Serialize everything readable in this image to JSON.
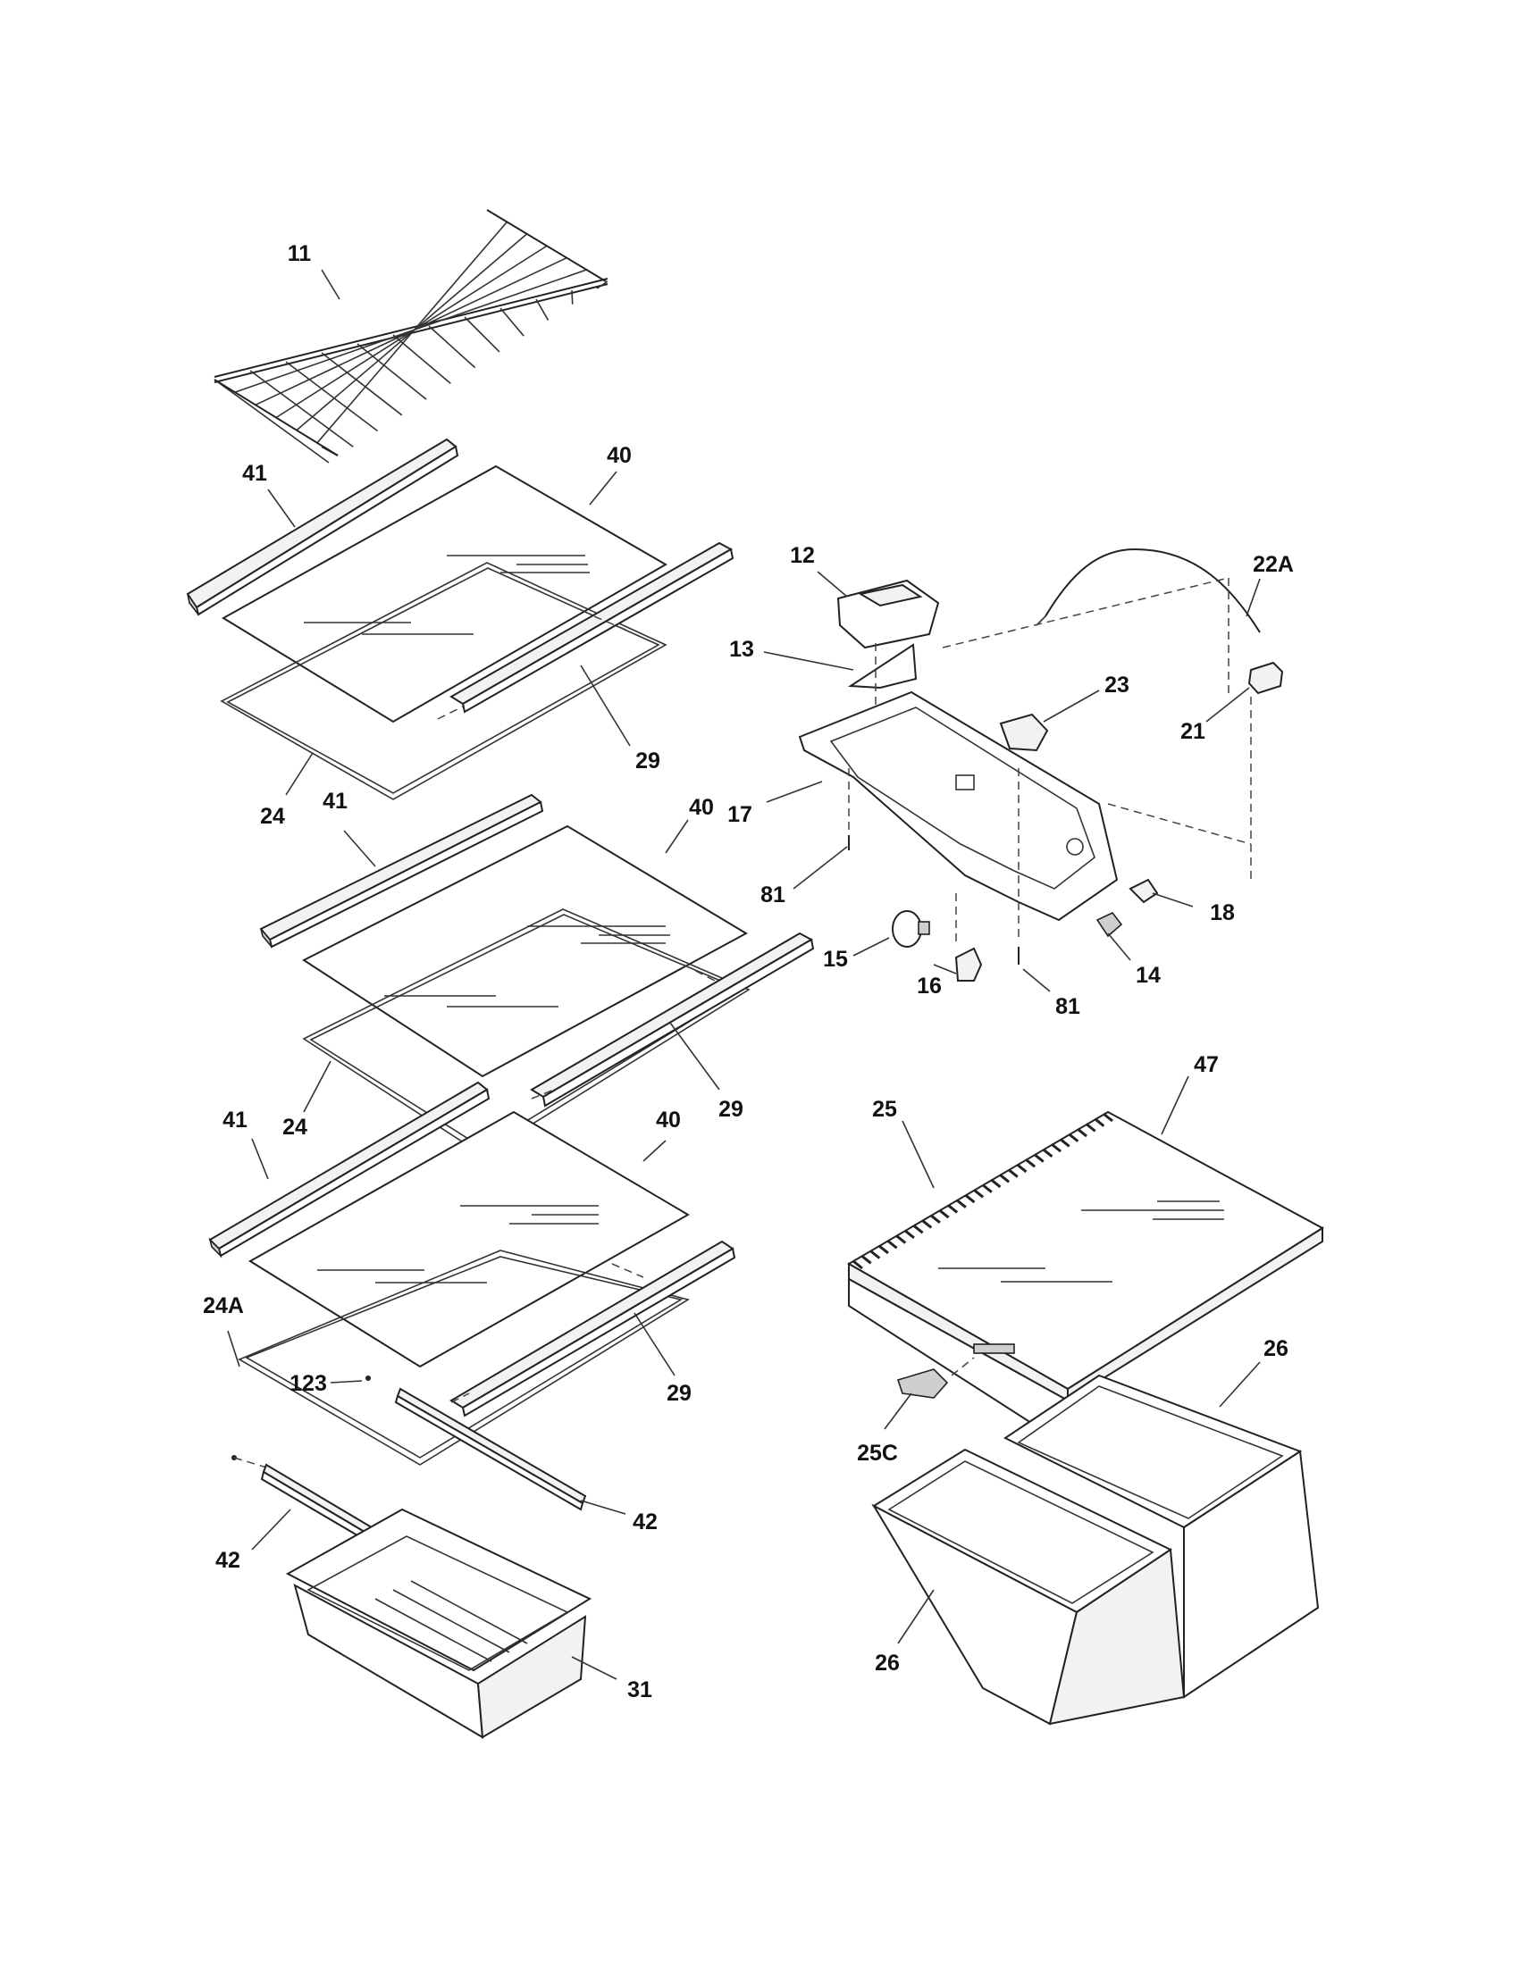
{
  "diagram": {
    "callouts": [
      {
        "id": "c11",
        "text": "11"
      },
      {
        "id": "c41a",
        "text": "41"
      },
      {
        "id": "c40a",
        "text": "40"
      },
      {
        "id": "c29a",
        "text": "29"
      },
      {
        "id": "c24a",
        "text": "24"
      },
      {
        "id": "c41b",
        "text": "41"
      },
      {
        "id": "c40b",
        "text": "40"
      },
      {
        "id": "c29b",
        "text": "29"
      },
      {
        "id": "c24b",
        "text": "24"
      },
      {
        "id": "c41c",
        "text": "41"
      },
      {
        "id": "c40c",
        "text": "40"
      },
      {
        "id": "c29c",
        "text": "29"
      },
      {
        "id": "c24A",
        "text": "24A"
      },
      {
        "id": "c123",
        "text": "123"
      },
      {
        "id": "c42a",
        "text": "42"
      },
      {
        "id": "c42b",
        "text": "42"
      },
      {
        "id": "c31",
        "text": "31"
      },
      {
        "id": "c12",
        "text": "12"
      },
      {
        "id": "c13",
        "text": "13"
      },
      {
        "id": "c22A",
        "text": "22A"
      },
      {
        "id": "c23",
        "text": "23"
      },
      {
        "id": "c21",
        "text": "21"
      },
      {
        "id": "c17",
        "text": "17"
      },
      {
        "id": "c81a",
        "text": "81"
      },
      {
        "id": "c15",
        "text": "15"
      },
      {
        "id": "c16",
        "text": "16"
      },
      {
        "id": "c81b",
        "text": "81"
      },
      {
        "id": "c14",
        "text": "14"
      },
      {
        "id": "c18",
        "text": "18"
      },
      {
        "id": "c47",
        "text": "47"
      },
      {
        "id": "c25",
        "text": "25"
      },
      {
        "id": "c25C",
        "text": "25C"
      },
      {
        "id": "c26a",
        "text": "26"
      },
      {
        "id": "c26b",
        "text": "26"
      }
    ]
  }
}
